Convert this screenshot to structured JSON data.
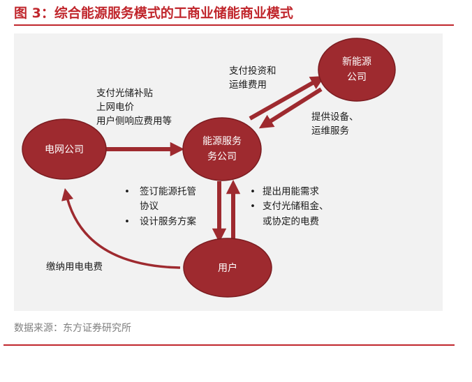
{
  "title": "图 3：综合能源服务模式的工商业储能商业模式",
  "colors": {
    "accent": "#c0262c",
    "node": "#9e2a2f",
    "node_stroke": "#7a1c20",
    "panel": "#f2f2f2"
  },
  "nodes": {
    "grid": "电网公司",
    "service": [
      "能源服务",
      "务公司"
    ],
    "newenergy": [
      "新能源",
      "公司"
    ],
    "user": "用户"
  },
  "notes": {
    "grid_to_service": [
      "支付光储补贴",
      "上网电价",
      "用户侧响应费用等"
    ],
    "service_to_newenergy": [
      "支付投资和",
      "运维费用"
    ],
    "newenergy_to_service": [
      "提供设备、",
      "运维服务"
    ],
    "service_to_user": [
      "•",
      "签订能源托管",
      "协议",
      "•",
      "设计服务方案"
    ],
    "user_to_service": [
      "•",
      "提出用能需求",
      "•",
      "支付光储租金、",
      "或协定的电费"
    ],
    "user_to_grid": "缴纳用电电费"
  },
  "source": "数据来源：东方证券研究所"
}
